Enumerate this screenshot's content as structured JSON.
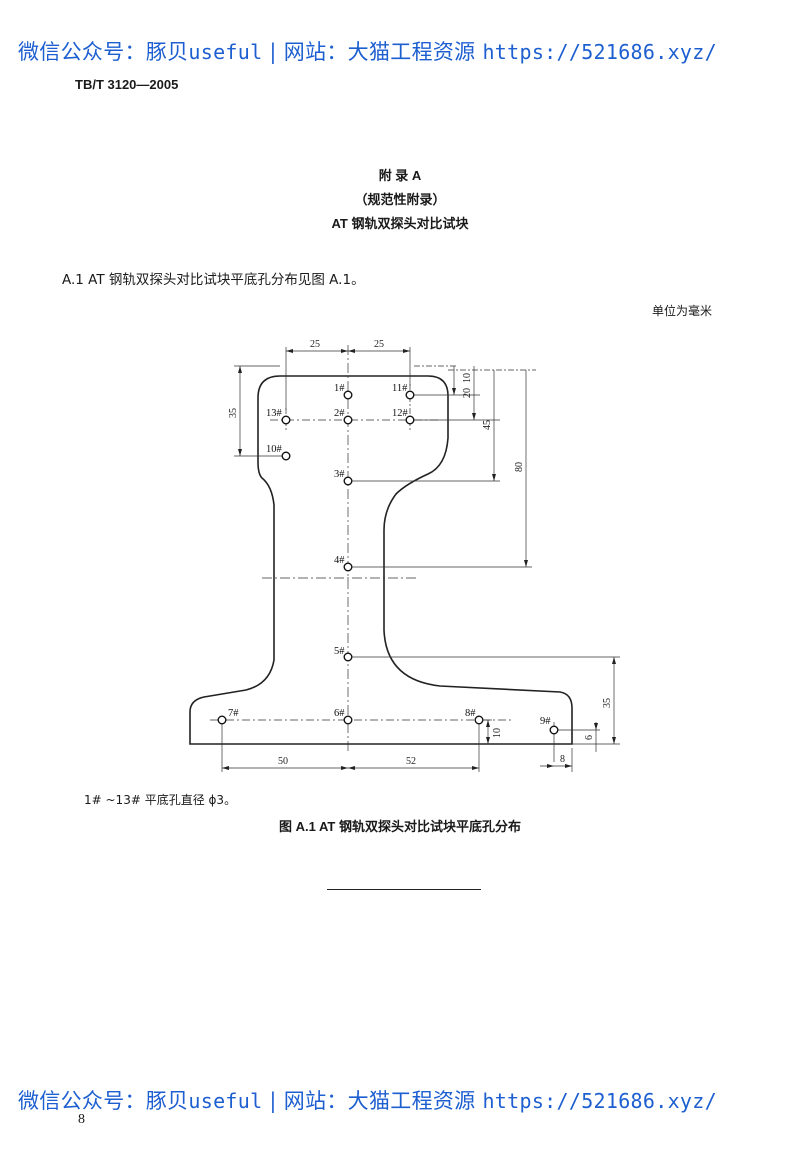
{
  "watermark": {
    "prefix": "微信公众号：豚贝",
    "account": "useful",
    "sep": " | ",
    "site_label": "网站：大猫工程资源 ",
    "url": "https://521686.xyz/"
  },
  "header": {
    "standard_code": "TB/T 3120—2005"
  },
  "appendix": {
    "title": "附  录  A",
    "type": "（规范性附录）",
    "subject": "AT 钢轨双探头对比试块"
  },
  "clause": "A.1   AT 钢轨双探头对比试块平底孔分布见图 A.1。",
  "unit_note": "单位为毫米",
  "figure": {
    "hole_labels": [
      "1#",
      "2#",
      "3#",
      "4#",
      "5#",
      "6#",
      "7#",
      "8#",
      "9#",
      "10#",
      "11#",
      "12#",
      "13#"
    ],
    "dimensions": [
      "25",
      "25",
      "10",
      "20",
      "45",
      "80",
      "35",
      "35",
      "10",
      "6",
      "50",
      "52",
      "8"
    ],
    "footnote": "1# ~13# 平底孔直径 ϕ3。",
    "caption": "图 A.1   AT 钢轨双探头对比试块平底孔分布"
  },
  "page_number": "8"
}
